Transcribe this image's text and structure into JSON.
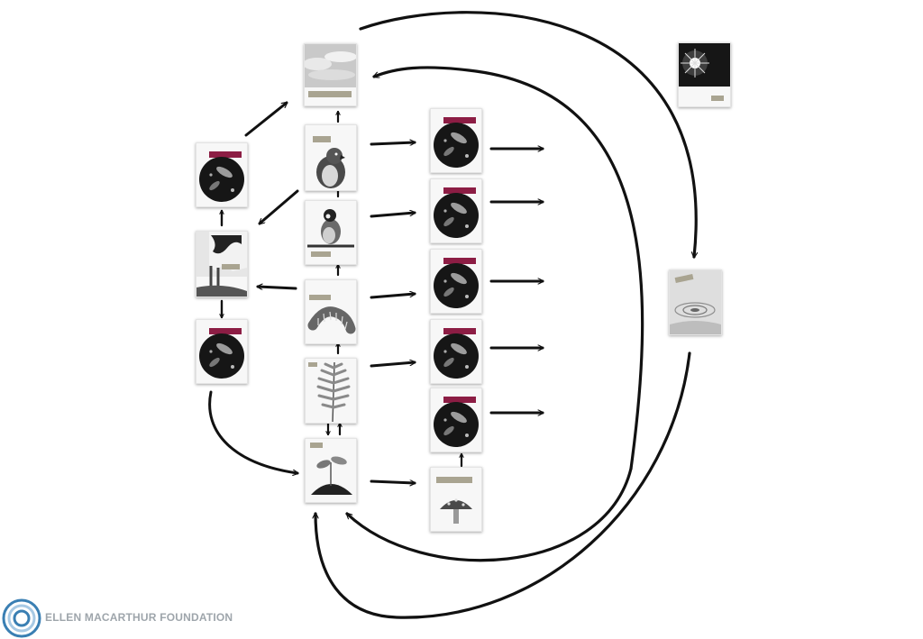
{
  "organization": {
    "name": "ELLEN MACARTHUR FOUNDATION",
    "logo_color_outer": "#3a7fb3",
    "logo_color_inner": "#a7c9e4"
  },
  "colors": {
    "arrow": "#111111",
    "bacteria_tag": "#8c1d44",
    "organism_tag": "#a9a491"
  },
  "cards": [
    {
      "id": "sky",
      "icon": "clouds-icon"
    },
    {
      "id": "sun",
      "icon": "sun-icon"
    },
    {
      "id": "rain",
      "icon": "water-ripple-icon"
    },
    {
      "id": "hawk",
      "icon": "hawk-icon"
    },
    {
      "id": "songbird",
      "icon": "bird-icon"
    },
    {
      "id": "caterpillar",
      "icon": "caterpillar-icon"
    },
    {
      "id": "fern",
      "icon": "fern-icon"
    },
    {
      "id": "seedling",
      "icon": "seedling-icon"
    },
    {
      "id": "cow",
      "icon": "cow-icon"
    },
    {
      "id": "mushroom",
      "icon": "mushroom-icon"
    },
    {
      "id": "microbe",
      "icon": "bacteria-icon"
    }
  ]
}
